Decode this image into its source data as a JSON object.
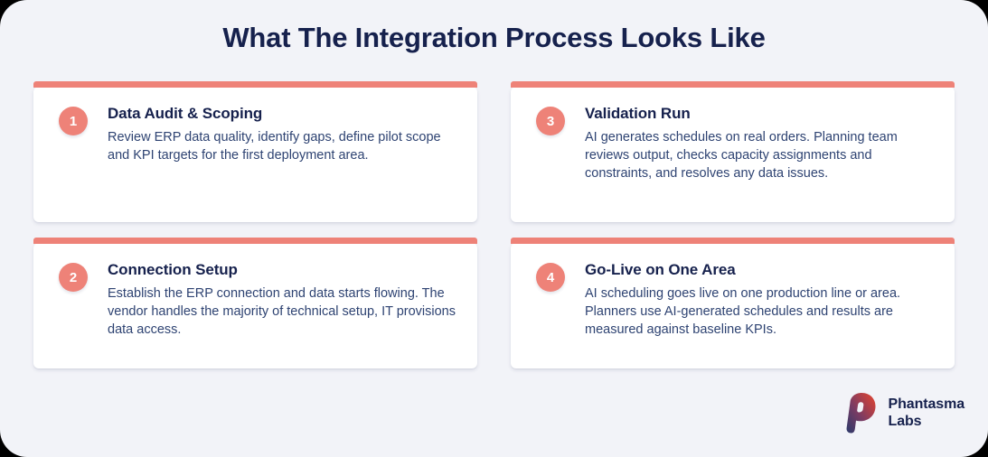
{
  "page": {
    "background_color": "#F2F3F8",
    "accent_color": "#EE8278",
    "heading_color": "#16214D",
    "body_text_color": "#2E4372",
    "title": "What The Integration Process Looks Like"
  },
  "steps": [
    {
      "number": "1",
      "title": "Data Audit & Scoping",
      "description": "Review ERP data quality, identify gaps, define pilot scope and KPI targets for the first deployment area."
    },
    {
      "number": "3",
      "title": "Validation Run",
      "description": "AI generates schedules on real orders. Planning team reviews output, checks capacity assignments and constraints, and resolves any data issues."
    },
    {
      "number": "2",
      "title": "Connection Setup",
      "description": "Establish the ERP connection and data starts flowing. The vendor handles the majority of technical setup, IT provisions data access."
    },
    {
      "number": "4",
      "title": "Go-Live on One Area",
      "description": "AI scheduling goes live on one production line or area. Planners use AI-generated schedules and results are measured against baseline KPIs."
    }
  ],
  "brand": {
    "icon": "phantasma-p-logo-icon",
    "line1": "Phantasma",
    "line2": "Labs",
    "gradient_start": "#2B3A6B",
    "gradient_end": "#E8442E"
  }
}
